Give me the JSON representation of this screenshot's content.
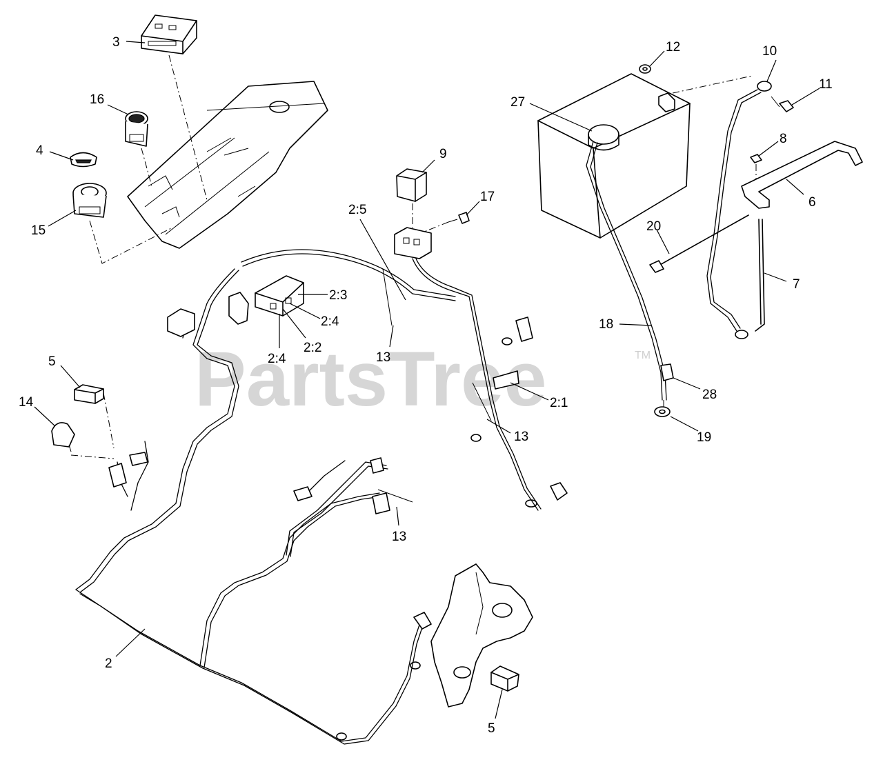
{
  "watermark": {
    "text": "PartsTree",
    "trademark": "TM"
  },
  "callouts": [
    {
      "id": "c3",
      "label": "3"
    },
    {
      "id": "c16",
      "label": "16"
    },
    {
      "id": "c4",
      "label": "4"
    },
    {
      "id": "c15",
      "label": "15"
    },
    {
      "id": "c9",
      "label": "9"
    },
    {
      "id": "c17",
      "label": "17"
    },
    {
      "id": "c2-5",
      "label": "2:5"
    },
    {
      "id": "c2-3",
      "label": "2:3"
    },
    {
      "id": "c2-4a",
      "label": "2:4"
    },
    {
      "id": "c2-4b",
      "label": "2:4"
    },
    {
      "id": "c2-2",
      "label": "2:2"
    },
    {
      "id": "c13a",
      "label": "13"
    },
    {
      "id": "c2-1",
      "label": "2:1"
    },
    {
      "id": "c13b",
      "label": "13"
    },
    {
      "id": "c13c",
      "label": "13"
    },
    {
      "id": "c5a",
      "label": "5"
    },
    {
      "id": "c14",
      "label": "14"
    },
    {
      "id": "c2",
      "label": "2"
    },
    {
      "id": "c5b",
      "label": "5"
    },
    {
      "id": "c12",
      "label": "12"
    },
    {
      "id": "c10",
      "label": "10"
    },
    {
      "id": "c11",
      "label": "11"
    },
    {
      "id": "c27",
      "label": "27"
    },
    {
      "id": "c8",
      "label": "8"
    },
    {
      "id": "c6",
      "label": "6"
    },
    {
      "id": "c20",
      "label": "20"
    },
    {
      "id": "c7",
      "label": "7"
    },
    {
      "id": "c18",
      "label": "18"
    },
    {
      "id": "c28",
      "label": "28"
    },
    {
      "id": "c19",
      "label": "19"
    }
  ]
}
